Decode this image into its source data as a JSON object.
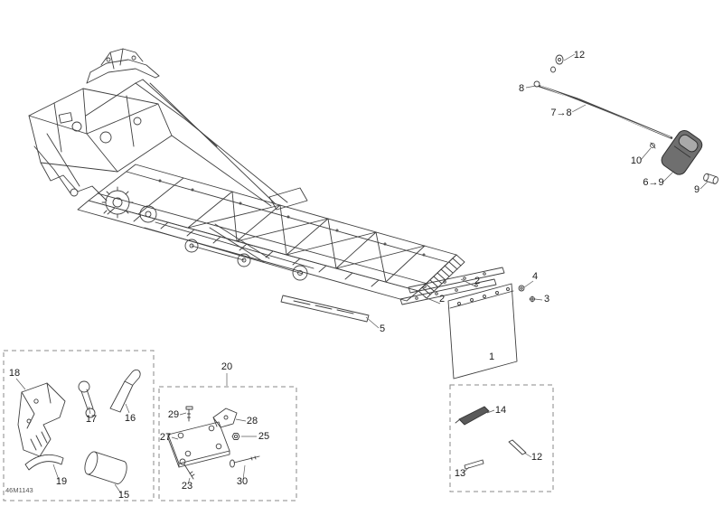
{
  "doc_code": "46M1143",
  "colors": {
    "ink": "#3f3f3f",
    "lens": "#6f6f6f",
    "wedge": "#5a5a5a",
    "background": "#ffffff"
  },
  "callouts": {
    "rod": [
      {
        "id": "12",
        "label": "12"
      },
      {
        "id": "8",
        "label": "8"
      },
      {
        "id": "7-8",
        "label": "7→8"
      },
      {
        "id": "10",
        "label": "10"
      },
      {
        "id": "6-9",
        "label": "6→9"
      },
      {
        "id": "9",
        "label": "9"
      }
    ],
    "flap": [
      {
        "id": "2a",
        "label": "2"
      },
      {
        "id": "2b",
        "label": "2"
      },
      {
        "id": "4",
        "label": "4"
      },
      {
        "id": "3",
        "label": "3"
      },
      {
        "id": "1",
        "label": "1"
      },
      {
        "id": "5",
        "label": "5"
      }
    ],
    "box_left": [
      {
        "id": "18",
        "label": "18"
      },
      {
        "id": "17",
        "label": "17"
      },
      {
        "id": "16",
        "label": "16"
      },
      {
        "id": "19",
        "label": "19"
      },
      {
        "id": "15",
        "label": "15"
      }
    ],
    "box_mid": [
      {
        "id": "20",
        "label": "20"
      },
      {
        "id": "29",
        "label": "29"
      },
      {
        "id": "27",
        "label": "27"
      },
      {
        "id": "28",
        "label": "28"
      },
      {
        "id": "25",
        "label": "25"
      },
      {
        "id": "23",
        "label": "23"
      },
      {
        "id": "30",
        "label": "30"
      }
    ],
    "box_right": [
      {
        "id": "14",
        "label": "14"
      },
      {
        "id": "12b",
        "label": "12"
      },
      {
        "id": "13",
        "label": "13"
      }
    ]
  }
}
